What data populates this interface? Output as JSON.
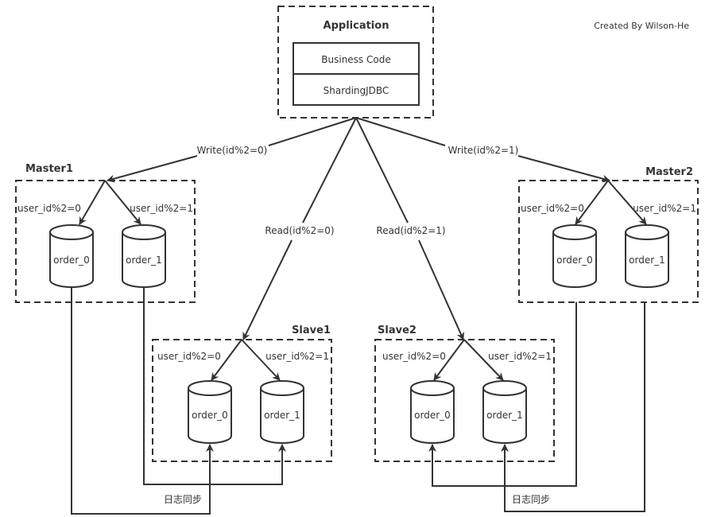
{
  "credit": "Created By Wilson-He",
  "application": {
    "title": "Application",
    "layers": [
      "Business Code",
      "ShardingJDBC"
    ]
  },
  "routes": {
    "write_master1": "Write(id%2=0)",
    "write_master2": "Write(id%2=1)",
    "read_slave1": "Read(id%2=0)",
    "read_slave2": "Read(id%2=1)"
  },
  "nodes": [
    {
      "id": "master1",
      "title": "Master1",
      "split_left": "user_id%2=0",
      "split_right": "user_id%2=1",
      "tables": [
        "order_0",
        "order_1"
      ]
    },
    {
      "id": "master2",
      "title": "Master2",
      "split_left": "user_id%2=0",
      "split_right": "user_id%2=1",
      "tables": [
        "order_0",
        "order_1"
      ]
    },
    {
      "id": "slave1",
      "title": "Slave1",
      "split_left": "user_id%2=0",
      "split_right": "user_id%2=1",
      "tables": [
        "order_0",
        "order_1"
      ]
    },
    {
      "id": "slave2",
      "title": "Slave2",
      "split_left": "user_id%2=0",
      "split_right": "user_id%2=1",
      "tables": [
        "order_0",
        "order_1"
      ]
    }
  ],
  "sync_label_left": "日志同步",
  "sync_label_right": "日志同步"
}
